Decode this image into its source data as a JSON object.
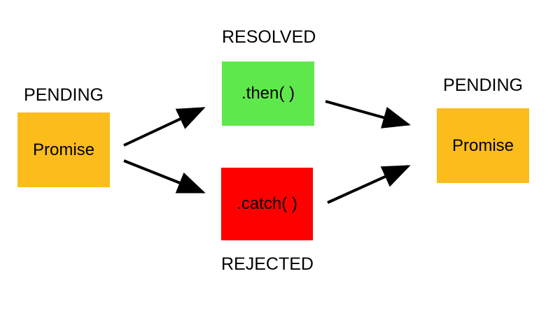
{
  "start": {
    "state_label": "PENDING",
    "box_label": "Promise",
    "color": "#fbbc1c"
  },
  "resolved": {
    "state_label": "RESOLVED",
    "box_label": ".then( )",
    "color": "#5fe84b"
  },
  "rejected": {
    "state_label": "REJECTED",
    "box_label": ".catch( )",
    "color": "#ff0000"
  },
  "end": {
    "state_label": "PENDING",
    "box_label": "Promise",
    "color": "#fbbc1c"
  },
  "edges": [
    {
      "from": "start",
      "to": "resolved"
    },
    {
      "from": "start",
      "to": "rejected"
    },
    {
      "from": "resolved",
      "to": "end"
    },
    {
      "from": "rejected",
      "to": "end"
    }
  ]
}
